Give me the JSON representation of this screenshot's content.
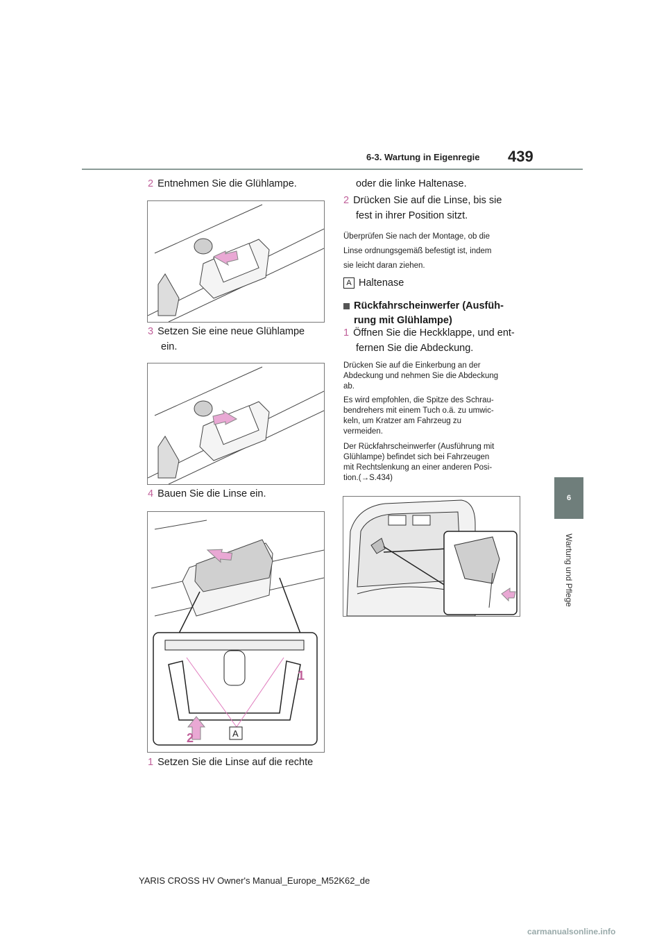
{
  "header": {
    "section": "6-3. Wartung in Eigenregie",
    "page_number": "439"
  },
  "side_tab": {
    "chapter": "6",
    "label": "Wartung und Pflege"
  },
  "left_col": {
    "step2": {
      "num": "2",
      "text": "Entnehmen Sie die Glühlampe."
    },
    "step3": {
      "num": "3",
      "line1": "Setzen Sie eine neue Glühlampe",
      "line2": "ein."
    },
    "step4": {
      "num": "4",
      "text": "Bauen Sie die Linse ein."
    },
    "step1": {
      "num": "1",
      "text": "Setzen Sie die Linse auf die rechte"
    },
    "fig3_labels": {
      "one": "1",
      "two": "2",
      "a": "A"
    }
  },
  "right_col": {
    "cont": "oder die linke Haltenase.",
    "step2": {
      "num": "2",
      "line1": "Drücken Sie auf die Linse, bis sie",
      "line2": "fest in ihrer Position sitzt."
    },
    "note1": [
      "Überprüfen Sie nach der Montage, ob die",
      "Linse ordnungsgemäß befestigt ist, indem",
      "sie leicht daran ziehen."
    ],
    "legend": {
      "box": "A",
      "text": "Haltenase"
    },
    "heading": {
      "line1": "Rückfahrscheinwerfer (Ausfüh-",
      "line2": "rung mit Glühlampe)"
    },
    "step1": {
      "num": "1",
      "line1": "Öffnen Sie die Heckklappe, und ent-",
      "line2": "fernen Sie die Abdeckung."
    },
    "note2": [
      "Drücken Sie auf die Einkerbung an der",
      "Abdeckung und nehmen Sie die Abdeckung",
      "ab."
    ],
    "note3": [
      "Es wird empfohlen, die Spitze des Schrau-",
      "bendrehers mit einem Tuch o.ä. zu umwic-",
      "keln, um Kratzer am Fahrzeug zu",
      "vermeiden."
    ],
    "note4": [
      "Der Rückfahrscheinwerfer (Ausführung mit",
      "Glühlampe) befindet sich bei Fahrzeugen",
      "mit Rechtslenkung an einer anderen Posi-",
      "tion.(→S.434)"
    ]
  },
  "footer": "YARIS CROSS HV Owner's Manual_Europe_M52K62_de",
  "watermark": "carmanualsonline.info",
  "colors": {
    "accent": "#c0609a",
    "tab": "#6f7e7b",
    "rule": "#8a9a96",
    "arrow_fill": "#e9a8d4"
  }
}
